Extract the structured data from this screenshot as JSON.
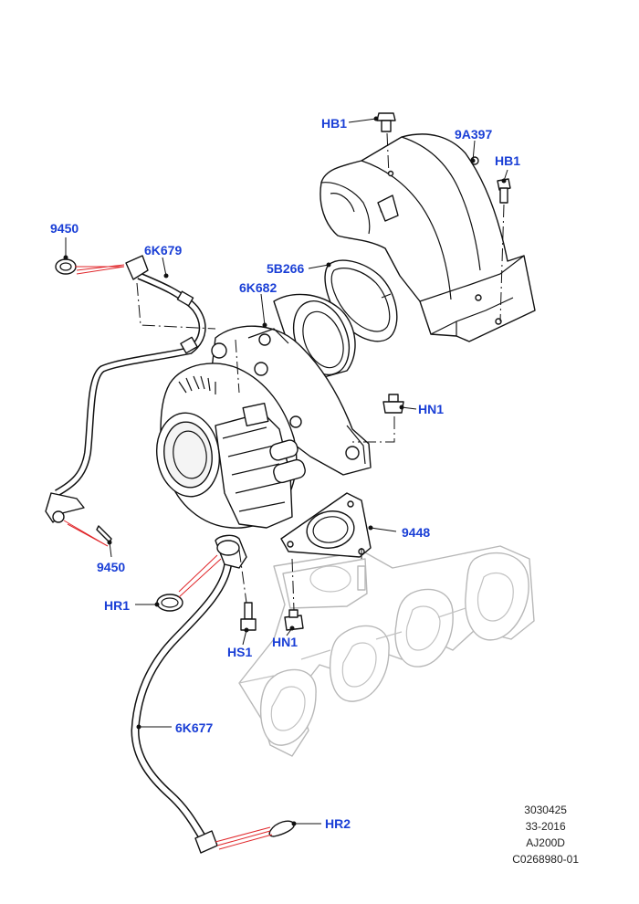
{
  "callouts": {
    "hb1_top": "HB1",
    "a9a397": "9A397",
    "hb1_right": "HB1",
    "n9450_top": "9450",
    "k6k679": "6K679",
    "b5b266": "5B266",
    "k6k682": "6K682",
    "hn1_right": "HN1",
    "n9448": "9448",
    "n9450_left": "9450",
    "hr1": "HR1",
    "hs1": "HS1",
    "hn1_bottom": "HN1",
    "k6k677": "6K677",
    "hr2": "HR2"
  },
  "footer": {
    "line1": "3030425",
    "line2": "33-2016",
    "line3": "AJ200D",
    "line4": "C0268980-01"
  },
  "colors": {
    "callout": "#1a3fd6",
    "pointer": "#e0262a",
    "ghost": "#b8b8b8"
  }
}
